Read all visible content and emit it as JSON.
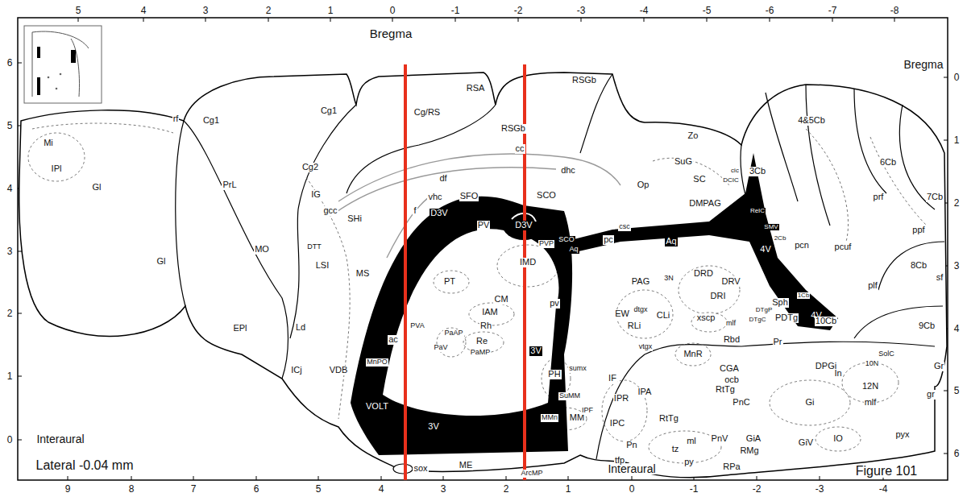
{
  "diagram": {
    "labels": [
      "5",
      "4",
      "3",
      "2",
      "1",
      "0",
      "-1",
      "-2",
      "-3",
      "-4",
      "-5",
      "-6",
      "-7",
      "-8",
      "9",
      "8",
      "7",
      "6",
      "5",
      "4",
      "3",
      "2",
      "1",
      "0",
      "-1",
      "-2",
      "-3",
      "-4",
      "6",
      "5",
      "4",
      "3",
      "2",
      "1",
      "0",
      "0",
      "1",
      "2",
      "3",
      "4",
      "5",
      "6",
      "Bregma",
      "Bregma",
      "Interaural",
      "Interaural",
      "Lateral -0.04 mm",
      "Figure 101",
      "Mi",
      "IPl",
      "Gl",
      "rf",
      "Cg1",
      "PrL",
      "Gl",
      "Cg2",
      "IG",
      "gcc",
      "SHi",
      "MO",
      "DTT",
      "LSI",
      "MS",
      "EPl",
      "Ld",
      "ac",
      "PVA",
      "ICj",
      "VDB",
      "MnPO",
      "VOLT",
      "sox",
      "ME",
      "ArcMP",
      "Cg1",
      "Cg/RS",
      "RSA",
      "RSGb",
      "RSGb",
      "cc",
      "df",
      "vhc",
      "dhc",
      "SFO",
      "f",
      "D3V",
      "PV",
      "D3V",
      "SCO",
      "SCO",
      "Aq",
      "PVP",
      "pc",
      "csc",
      "IMD",
      "PT",
      "CM",
      "IAM",
      "Rh",
      "Re",
      "PaAP",
      "PaV",
      "PaMP",
      "pv",
      "3V",
      "3V",
      "PH",
      "sumx",
      "SuMM",
      "MMn",
      "MM",
      "IF",
      "IPR",
      "IPA",
      "IPC",
      "IPF",
      "tfp",
      "Pn",
      "tz",
      "ml",
      "py",
      "RPa",
      "PnV",
      "RtTg",
      "RtTg",
      "RMg",
      "GiA",
      "GiV",
      "IO",
      "pyx",
      "mlf",
      "Gi",
      "PnC",
      "DPGi",
      "Pr",
      "In",
      "10N",
      "SolC",
      "12N",
      "Gr",
      "gr",
      "CGA",
      "ocb",
      "PAG",
      "3N",
      "EW",
      "RLi",
      "dtgx",
      "CLi",
      "vtgx",
      "xscp",
      "mlf",
      "Rbd",
      "MnR",
      "DRD",
      "DRV",
      "DRI",
      "DTgP",
      "DTgC",
      "Sph",
      "PDTg",
      "4V",
      "4V",
      "SMV",
      "ReIC",
      "2Cb",
      "1Cb",
      "10Cb",
      "DMPAG",
      "SC",
      "Op",
      "SuG",
      "Zo",
      "cic",
      "DCIC",
      "3Cb",
      "4&5Cb",
      "6Cb",
      "7Cb",
      "prf",
      "ppf",
      "pcn",
      "pcuf",
      "plf",
      "8Cb",
      "sf",
      "9Cb",
      "Aq"
    ]
  }
}
